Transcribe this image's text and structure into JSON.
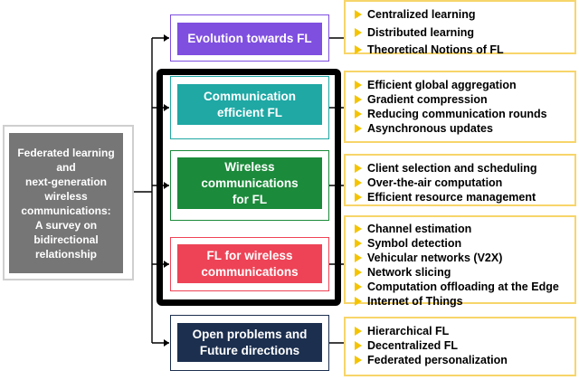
{
  "colors": {
    "root": "#767676",
    "evolution": "#7f4fe0",
    "communication": "#1fa8a4",
    "wireless": "#1b8a3a",
    "fl_wireless": "#ee4356",
    "open": "#1c2f4f",
    "bullet": "#f5c400",
    "item_border": "#f7d56a"
  },
  "root": {
    "label": "Federated learning\nand\nnext-generation\nwireless\ncommunications:\nA survey on\nbidirectional\nrelationship"
  },
  "categories": [
    {
      "label": "Evolution towards FL",
      "items": [
        "Centralized learning",
        "Distributed learning",
        "Theoretical Notions of FL"
      ]
    },
    {
      "label": "Communication\nefficient FL",
      "items": [
        "Efficient global aggregation",
        "Gradient compression",
        "Reducing communication rounds",
        "Asynchronous updates"
      ]
    },
    {
      "label": "Wireless\ncommunications\nfor FL",
      "items": [
        "Client selection and scheduling",
        "Over-the-air computation",
        "Efficient resource management"
      ]
    },
    {
      "label": "FL for wireless\ncommunications",
      "items": [
        "Channel estimation",
        "Symbol detection",
        "Vehicular networks (V2X)",
        "Network slicing",
        "Computation offloading at the Edge",
        "Internet of Things"
      ]
    },
    {
      "label": "Open problems and\nFuture directions",
      "items": [
        "Hierarchical FL",
        "Decentralized FL",
        "Federated personalization"
      ]
    }
  ]
}
